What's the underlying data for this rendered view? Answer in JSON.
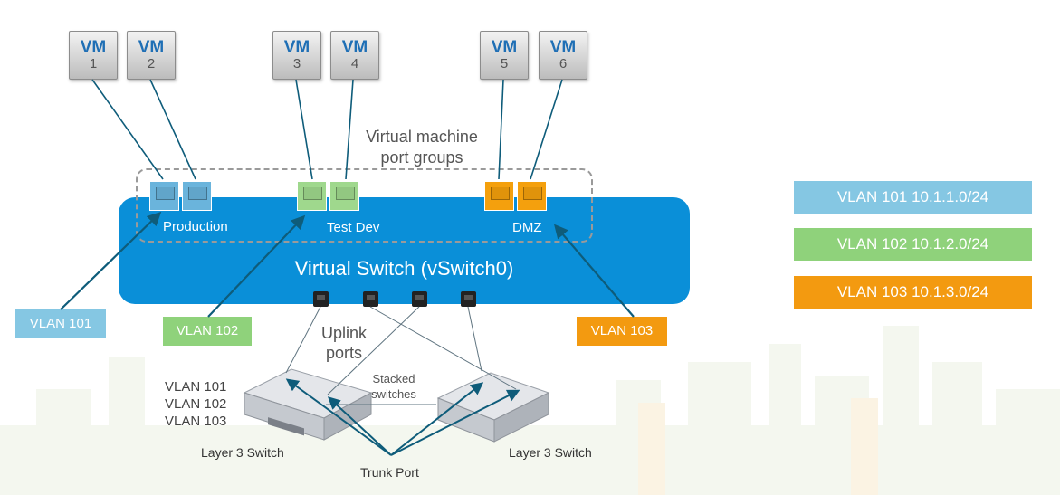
{
  "vms": [
    {
      "title": "VM",
      "number": "1"
    },
    {
      "title": "VM",
      "number": "2"
    },
    {
      "title": "VM",
      "number": "3"
    },
    {
      "title": "VM",
      "number": "4"
    },
    {
      "title": "VM",
      "number": "5"
    },
    {
      "title": "VM",
      "number": "6"
    }
  ],
  "port_groups_label_line1": "Virtual machine",
  "port_groups_label_line2": "port groups",
  "port_groups": [
    {
      "name": "Production",
      "color": "#6ab4dc"
    },
    {
      "name": "Test Dev",
      "color": "#9fd88d"
    },
    {
      "name": "DMZ",
      "color": "#f4a00d"
    }
  ],
  "vswitch": {
    "label": "Virtual Switch (vSwitch0)",
    "color": "#0a8fd8"
  },
  "uplink_label_line1": "Uplink",
  "uplink_label_line2": "ports",
  "vlan_tags": [
    {
      "label": "VLAN 101",
      "color": "#85c7e3"
    },
    {
      "label": "VLAN 102",
      "color": "#8fd27b"
    },
    {
      "label": "VLAN 103",
      "color": "#f39a10"
    }
  ],
  "switch_vlans": [
    "VLAN 101",
    "VLAN 102",
    "VLAN 103"
  ],
  "stacked_label_line1": "Stacked",
  "stacked_label_line2": "switches",
  "layer3_switches": [
    "Layer 3 Switch",
    "Layer 3 Switch"
  ],
  "trunk_port_label": "Trunk Port",
  "legend": [
    {
      "label": "VLAN 101 10.1.1.0/24",
      "color": "#85c7e3"
    },
    {
      "label": "VLAN 102 10.1.2.0/24",
      "color": "#8fd27b"
    },
    {
      "label": "VLAN 103 10.1.3.0/24",
      "color": "#f39a10"
    }
  ]
}
